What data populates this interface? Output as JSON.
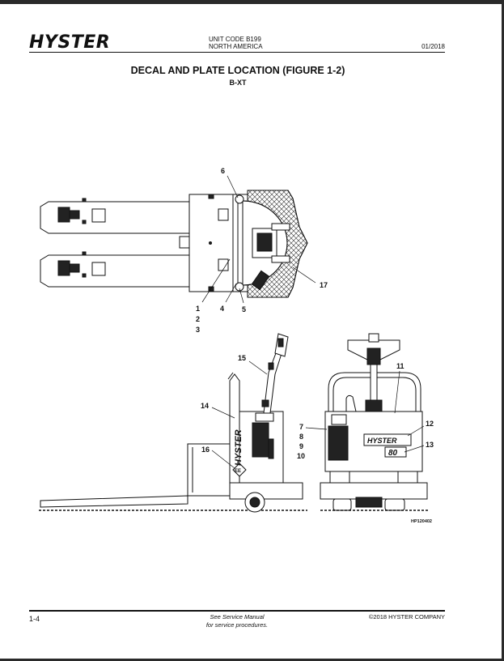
{
  "header": {
    "logo_text": "HYSTER",
    "unit_code": "UNIT CODE B199",
    "region": "NORTH AMERICA",
    "date": "01/2018"
  },
  "title": "DECAL AND PLATE LOCATION (FIGURE 1-2)",
  "subtitle": "B-XT",
  "figure": {
    "callouts": {
      "c1": "1",
      "c2": "2",
      "c3": "3",
      "c4": "4",
      "c5": "5",
      "c6": "6",
      "c7": "7",
      "c8": "8",
      "c9": "9",
      "c10": "10",
      "c11": "11",
      "c12": "12",
      "c13": "13",
      "c14": "14",
      "c15": "15",
      "c16": "16",
      "c17": "17"
    },
    "decal_hyster_side": "HYSTER",
    "decal_hyster_rear": "HYSTER",
    "decal_capacity": "80",
    "decal_ee": "EE",
    "figure_code": "HP120402"
  },
  "footer": {
    "page_number": "1-4",
    "see_manual_line1": "See Service Manual",
    "see_manual_line2": "for service procedures.",
    "copyright": "©2018 HYSTER COMPANY"
  }
}
